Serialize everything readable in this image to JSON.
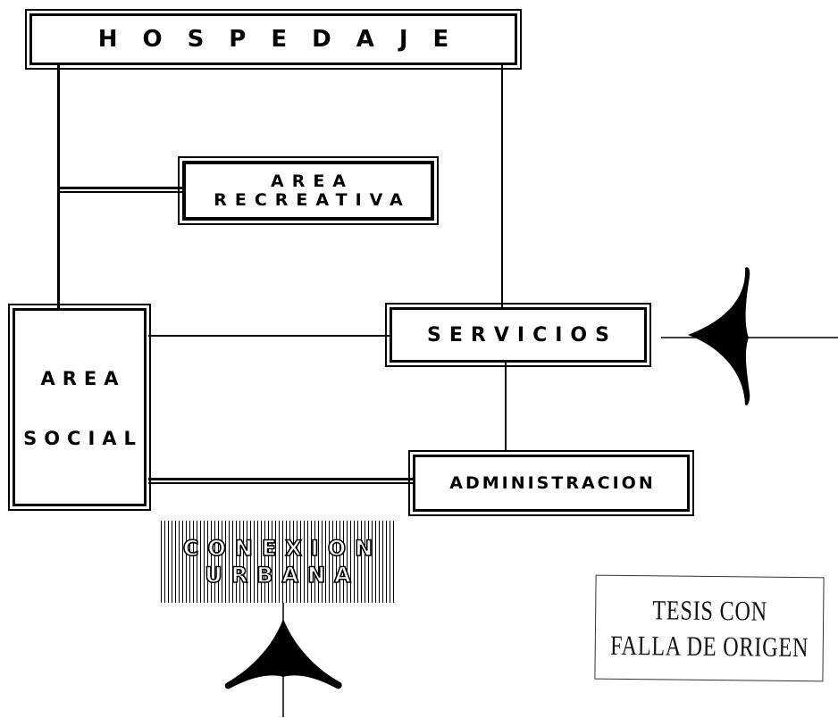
{
  "diagram": {
    "nodes": {
      "hospedaje": "HOSPEDAJE",
      "area_recreativa": [
        "AREA",
        "RECREATIVA"
      ],
      "area_social": [
        "AREA",
        "SOCIAL"
      ],
      "servicios": "SERVICIOS",
      "administracion": "ADMINISTRACION",
      "conexion_urbana": [
        "CONEXION",
        "URBANA"
      ]
    },
    "edges": [
      [
        "hospedaje",
        "area_social"
      ],
      [
        "hospedaje",
        "area_recreativa"
      ],
      [
        "hospedaje",
        "servicios"
      ],
      [
        "area_social",
        "servicios"
      ],
      [
        "area_social",
        "administracion"
      ],
      [
        "servicios",
        "administracion"
      ]
    ],
    "access_symbols": [
      "servicios-access-east",
      "urban-access-south"
    ]
  },
  "stamp": {
    "line1": "TESIS CON",
    "line2": "FALLA DE ORIGEN"
  },
  "colors": {
    "ink": "#000000",
    "paper": "#ffffff"
  }
}
